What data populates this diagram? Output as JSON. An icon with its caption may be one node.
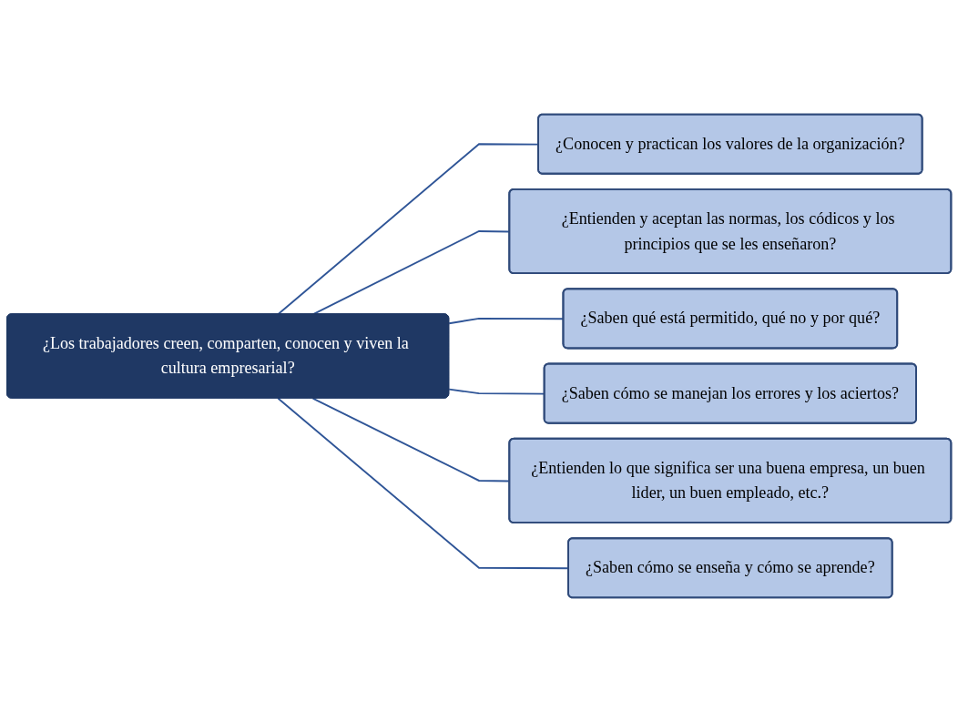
{
  "diagram": {
    "nodes": [
      {
        "text": [
          "¿Los trabajadores creen, comparten, conocen y viven la cultura empresarial?"
        ]
      },
      {
        "text": [
          "¿Conocen y practican los valores de la organización?"
        ]
      },
      {
        "text": [
          "¿Entienden y aceptan las normas, los códicos y los principios que se les enseñaron?"
        ]
      },
      {
        "text": [
          "¿Saben qué está permitido, qué no y por qué?"
        ]
      },
      {
        "text": [
          "¿Saben cómo se manejan los errores y los aciertos?"
        ]
      },
      {
        "text": [
          "¿Entienden lo que significa ser una buena empresa, un buen lider, un buen empleado, etc.?"
        ]
      },
      {
        "text": [
          "¿Saben cómo se enseña y cómo se aprende?"
        ]
      }
    ],
    "edges": [
      {
        "from": 0,
        "to": 1,
        "arrow": "none"
      },
      {
        "from": 0,
        "to": 2,
        "arrow": "none"
      },
      {
        "from": 0,
        "to": 3,
        "arrow": "none"
      },
      {
        "from": 0,
        "to": 4,
        "arrow": "none"
      },
      {
        "from": 0,
        "to": 5,
        "arrow": "none"
      },
      {
        "from": 0,
        "to": 6,
        "arrow": "none"
      }
    ]
  }
}
